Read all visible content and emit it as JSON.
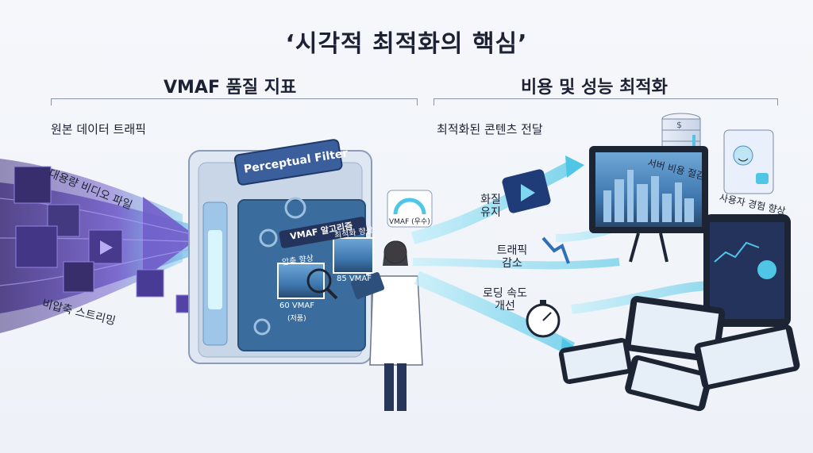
{
  "title": "‘시각적 최적화의 핵심’",
  "left_header": "VMAF 품질 지표",
  "right_header": "비용 및 성능 최적화",
  "left_labels": {
    "source_traffic": "원본 데이터 트래픽",
    "large_video": "대용량 비디오 파일",
    "uncompressed": "비압축 스트리밍"
  },
  "machine": {
    "filter_label": "Perceptual Filter",
    "algo_label": "VMAF 알고리즘",
    "before_label": "압축 향상",
    "after_label": "최적화 향상",
    "before_score": "60 VMAF",
    "before_note": "(저품)",
    "after_score": "85 VMAF",
    "gauge_label": "VMAF (우수)"
  },
  "right_labels": {
    "delivery": "최적화된 콘텐츠 전달",
    "quality": "화질 유지",
    "traffic": "트래픽 감소",
    "loading": "로딩 속도 개선",
    "server_cost": "서버 비용 절감",
    "ux": "사용자 경험 향상"
  },
  "colors": {
    "accent": "#4fc6e6",
    "purple": "#5a3d9a",
    "navy": "#23335c"
  }
}
